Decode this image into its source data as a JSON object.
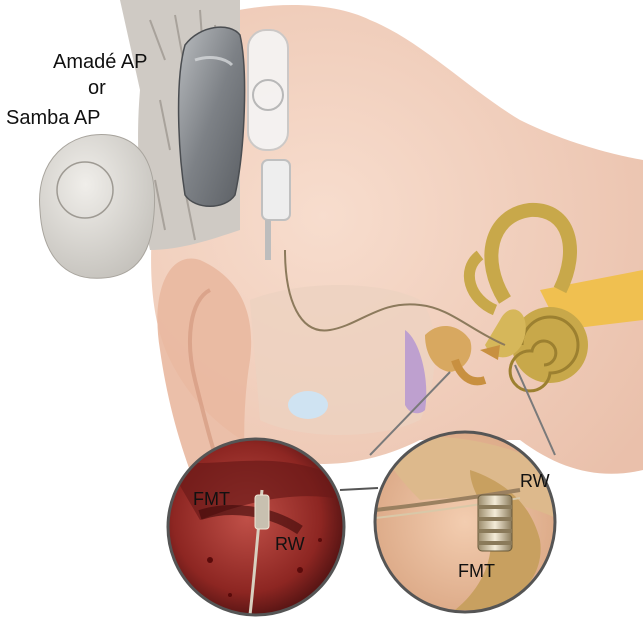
{
  "labels": {
    "processor_line1": "Amadé AP",
    "processor_line2": "or",
    "processor_line3": "Samba AP",
    "endoscopic_fmt": "FMT",
    "endoscopic_rw": "RW",
    "schematic_rw": "RW",
    "schematic_fmt": "FMT"
  },
  "colors": {
    "skin": "#f1c9b4",
    "bone": "#d8b890",
    "cochlea": "#c8a84a",
    "nerve": "#f0c050",
    "processor_dark": "#8e9296",
    "processor_light": "#d9d7d2",
    "tissue_red": "#a8302c"
  }
}
